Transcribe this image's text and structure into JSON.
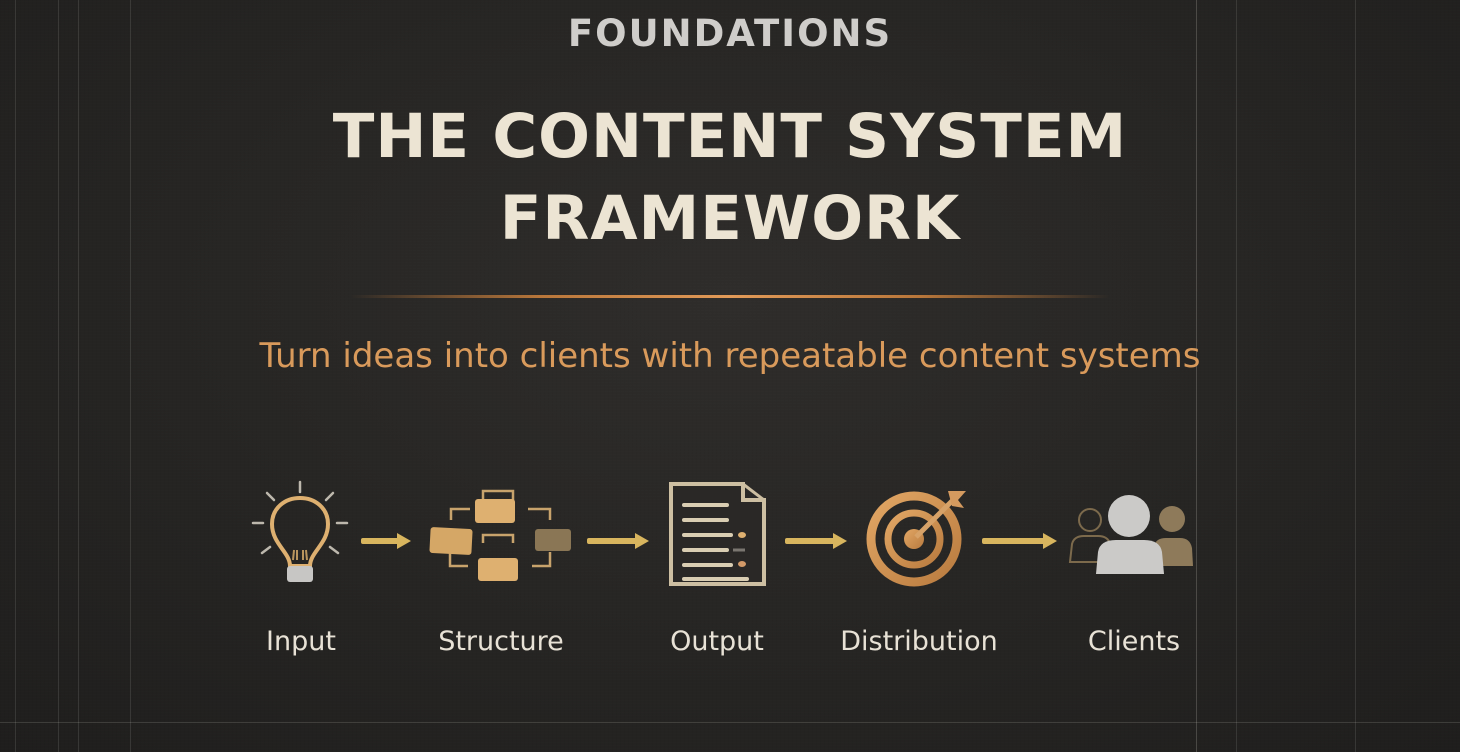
{
  "header": {
    "kicker": "FOUNDATIONS",
    "title_line1": "THE CONTENT SYSTEM",
    "title_line2": "FRAMEWORK",
    "subtitle": "Turn ideas into clients with repeatable content systems"
  },
  "colors": {
    "background": "#262523",
    "kicker": "#cfcdca",
    "title": "#ece4d3",
    "accent_orange": "#d99a5b",
    "icon_gold": "#deb070",
    "arrow_gold": "#d8b55e",
    "label": "#e8e2d6",
    "icon_gray": "#c9c8c6"
  },
  "flow": {
    "steps": [
      {
        "label": "Input",
        "icon": "lightbulb-icon"
      },
      {
        "label": "Structure",
        "icon": "flowchart-icon"
      },
      {
        "label": "Output",
        "icon": "document-icon"
      },
      {
        "label": "Distribution",
        "icon": "target-icon"
      },
      {
        "label": "Clients",
        "icon": "users-group-icon"
      }
    ],
    "connector": "arrow-right-icon"
  }
}
